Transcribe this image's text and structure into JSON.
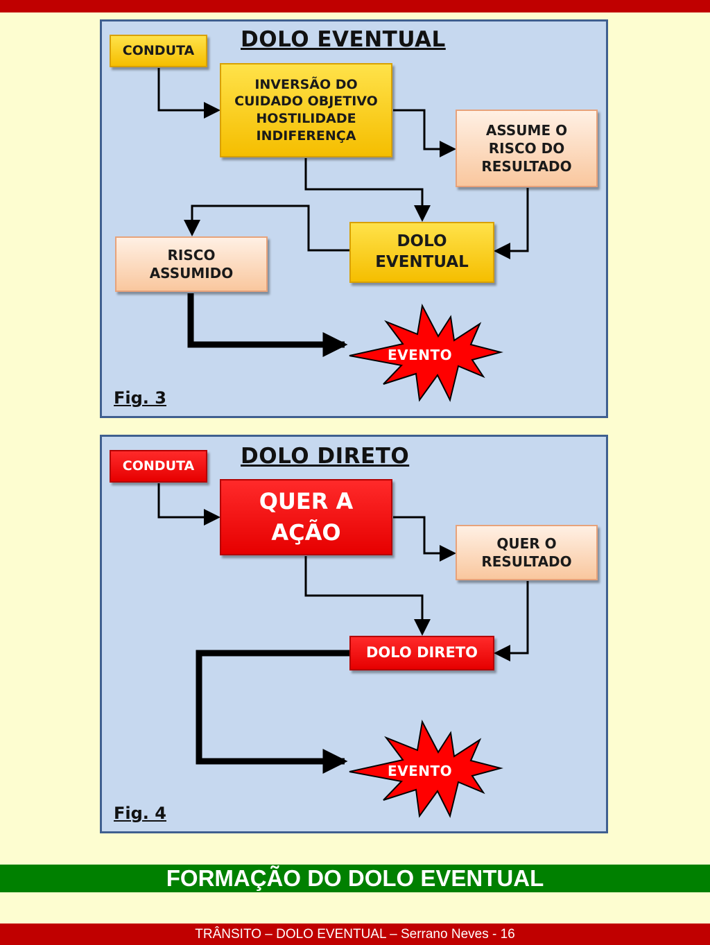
{
  "fig3": {
    "title": "DOLO EVENTUAL",
    "conduta": "CONDUTA",
    "inversao": [
      "INVERSÃO DO",
      "CUIDADO OBJETIVO",
      "HOSTILIDADE",
      "INDIFERENÇA"
    ],
    "assume": [
      "ASSUME O",
      "RISCO DO",
      "RESULTADO"
    ],
    "dolo": [
      "DOLO",
      "EVENTUAL"
    ],
    "risco": [
      "RISCO",
      "ASSUMIDO"
    ],
    "evento": "EVENTO",
    "fig": "Fig. 3",
    "colors": {
      "main": "#f5be00",
      "secondary": "#f9c79e",
      "star": "#ff0000"
    }
  },
  "fig4": {
    "title": "DOLO DIRETO",
    "conduta": "CONDUTA",
    "quer_acao": [
      "QUER A",
      "AÇÃO"
    ],
    "quer_resultado": [
      "QUER O",
      "RESULTADO"
    ],
    "dolo": "DOLO DIRETO",
    "evento": "EVENTO",
    "fig": "Fig. 4",
    "colors": {
      "main": "#e60000",
      "secondary": "#f9c79e",
      "star": "#ff0000"
    }
  },
  "footer": {
    "heading": "FORMAÇÃO DO DOLO EVENTUAL",
    "caption": "TRÂNSITO – DOLO EVENTUAL – Serrano Neves - 16"
  }
}
